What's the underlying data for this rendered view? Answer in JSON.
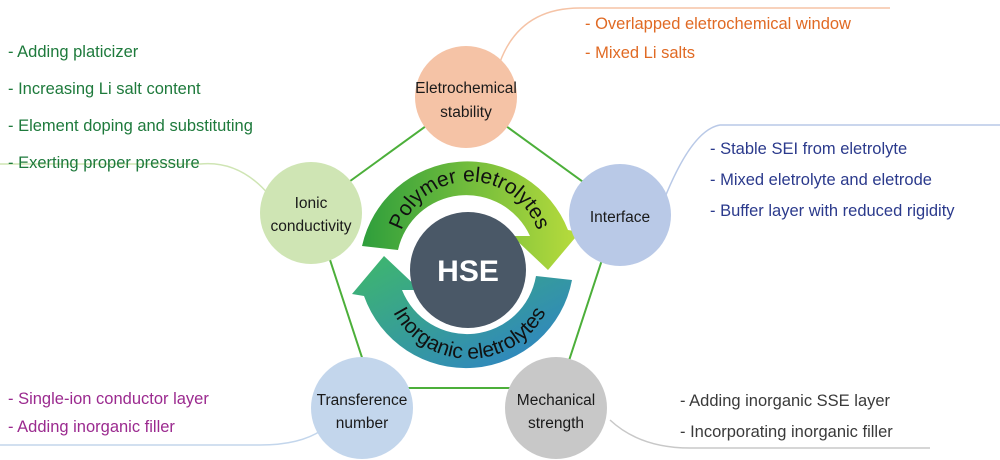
{
  "center": {
    "label": "HSE"
  },
  "arcs": {
    "top_label": "Polymer eletrolytes",
    "bottom_label": "Inorganic eletrolytes"
  },
  "nodes": {
    "electrochemical": {
      "line1": "Eletrochemical",
      "line2": "stability",
      "color": "#f5c3a6"
    },
    "interface": {
      "line1": "Interface",
      "color": "#b9c9e7"
    },
    "mechanical": {
      "line1": "Mechanical",
      "line2": "strength",
      "color": "#c8c8c8"
    },
    "transference": {
      "line1": "Transference",
      "line2": "number",
      "color": "#c3d6ec"
    },
    "ionic": {
      "line1": "Ionic",
      "line2": "conductivity",
      "color": "#cfe5b4"
    }
  },
  "notes": {
    "ionic": {
      "color": "#1e7a3c",
      "items": [
        "- Adding platicizer",
        "- Increasing Li salt content",
        "- Element doping and substituting",
        "- Exerting proper pressure"
      ]
    },
    "electrochemical": {
      "color": "#e06a24",
      "items": [
        "- Overlapped eletrochemical window",
        "- Mixed Li salts"
      ]
    },
    "interface": {
      "color": "#2b3a8c",
      "items": [
        "- Stable SEI from eletrolyte",
        "- Mixed eletrolyte and eletrode",
        "- Buffer layer with reduced rigidity"
      ]
    },
    "transference": {
      "color": "#9b2a8f",
      "items": [
        "- Single-ion conductor layer",
        "- Adding inorganic filler"
      ]
    },
    "mechanical": {
      "color": "#3a3a3a",
      "items": [
        "- Adding inorganic SSE layer",
        "- Incorporating inorganic filler"
      ]
    }
  },
  "colors": {
    "pentagon_line": "#4caf3a",
    "hse_circle": "#4a5867",
    "polymer_arc_start": "#2e9e3c",
    "polymer_arc_end": "#b9dc3c",
    "inorganic_arc_start": "#3fb86a",
    "inorganic_arc_end": "#2d7fcc"
  }
}
